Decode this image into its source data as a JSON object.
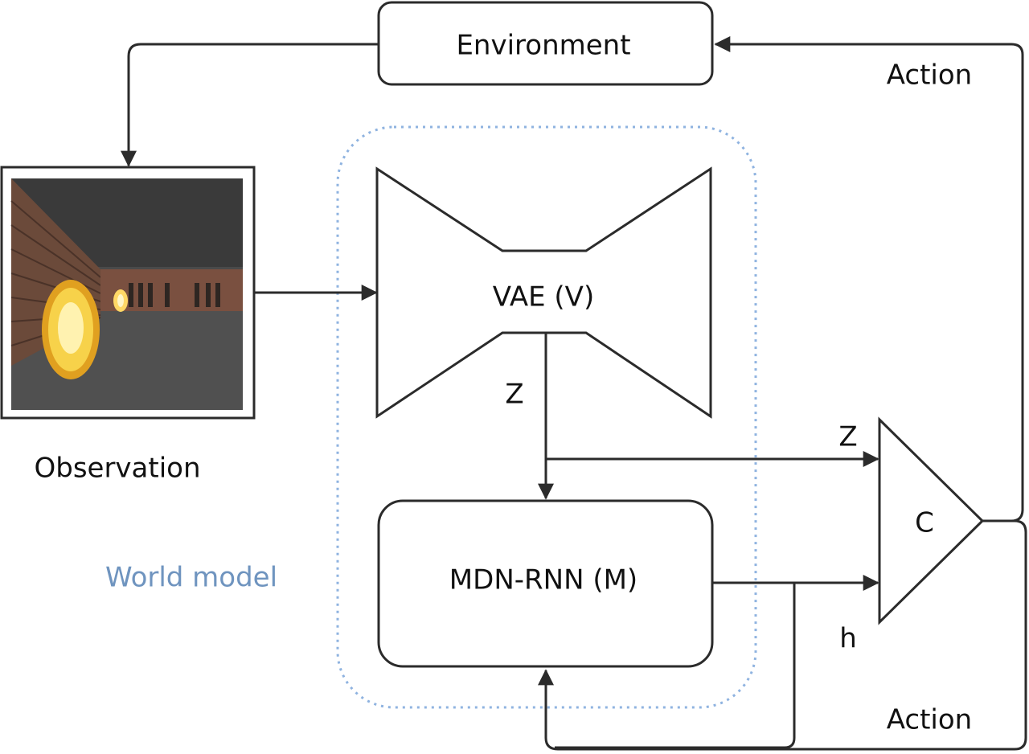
{
  "diagram": {
    "environment_label": "Environment",
    "action_top_label": "Action",
    "action_bottom_label": "Action",
    "observation_label": "Observation",
    "world_model_label": "World model",
    "vae_label": "VAE (V)",
    "z_vae_label": "Z",
    "z_controller_label": "Z",
    "mdn_label": "MDN-RNN (M)",
    "controller_label": "C",
    "h_label": "h"
  },
  "colors": {
    "stroke": "#2b2b2b",
    "world_model_border": "#8fb3e0",
    "world_model_text": "#6f94bf"
  }
}
